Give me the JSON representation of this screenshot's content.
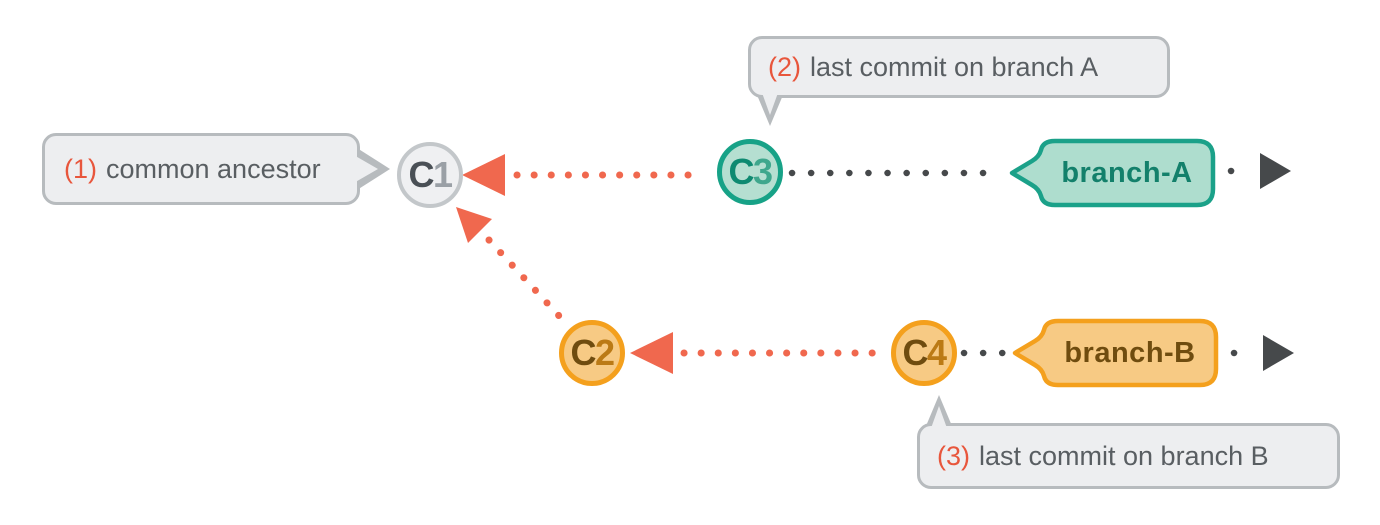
{
  "diagram": {
    "type": "git-branch-merge-base-diagram",
    "background_color": "#ffffff",
    "callouts": [
      {
        "number": "(1)",
        "text": "common ancestor",
        "points_to": "C1"
      },
      {
        "number": "(2)",
        "text": "last commit on branch A",
        "points_to": "C3"
      },
      {
        "number": "(3)",
        "text": "last commit on branch B",
        "points_to": "C4"
      }
    ],
    "commits": [
      {
        "id": "C1",
        "letter": "C",
        "digit": "1",
        "theme": "gray"
      },
      {
        "id": "C3",
        "letter": "C",
        "digit": "3",
        "theme": "teal"
      },
      {
        "id": "C2",
        "letter": "C",
        "digit": "2",
        "theme": "orange"
      },
      {
        "id": "C4",
        "letter": "C",
        "digit": "4",
        "theme": "orange"
      }
    ],
    "branch_labels": [
      {
        "text": "branch-A",
        "theme": "teal"
      },
      {
        "text": "branch-B",
        "theme": "orange"
      }
    ],
    "edges": [
      {
        "from": "C3",
        "to": "C1",
        "style": "red-dotted-arrow"
      },
      {
        "from": "C2",
        "to": "C1",
        "style": "red-dotted-arrow"
      },
      {
        "from": "C4",
        "to": "C2",
        "style": "red-dotted-arrow"
      },
      {
        "from": "C3",
        "to": "branch-A",
        "style": "dark-dotted-line"
      },
      {
        "from": "C4",
        "to": "branch-B",
        "style": "dark-dotted-line"
      },
      {
        "from": "branch-A",
        "to": "future",
        "style": "dark-dotted-arrow-right"
      },
      {
        "from": "branch-B",
        "to": "future",
        "style": "dark-dotted-arrow-right"
      }
    ],
    "colors": {
      "red_accent": "#f0684e",
      "red_text": "#e8563c",
      "dark_line": "#46494b",
      "bubble_fill": "#edeef0",
      "bubble_border": "#b7bbbe",
      "bubble_text": "#595e62",
      "gray_node_border": "#c3c7ca",
      "gray_node_fill": "#eff0f2",
      "teal_border": "#17a287",
      "teal_fill": "#b5dfd1",
      "teal_text": "#0e8a71",
      "orange_border": "#f4a01d",
      "orange_fill": "#f7ca84",
      "orange_text": "#6f4c0f"
    }
  }
}
